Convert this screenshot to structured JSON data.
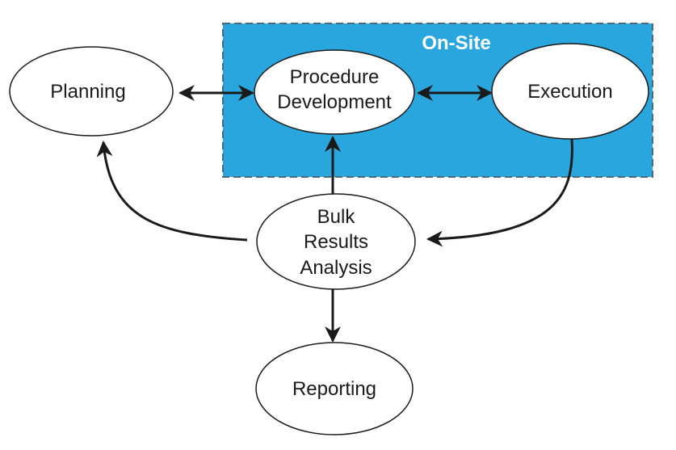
{
  "diagram": {
    "region": {
      "label": "On-Site",
      "fill": "#2aa6df",
      "border": "#4a6a7a"
    },
    "nodes": {
      "planning": {
        "label": "Planning"
      },
      "procedure_development": {
        "line1": "Procedure",
        "line2": "Development"
      },
      "execution": {
        "label": "Execution"
      },
      "bulk_results_analysis": {
        "line1": "Bulk",
        "line2": "Results",
        "line3": "Analysis"
      },
      "reporting": {
        "label": "Reporting"
      }
    },
    "edges": [
      {
        "from": "Planning",
        "to": "Procedure Development",
        "direction": "both"
      },
      {
        "from": "Procedure Development",
        "to": "Execution",
        "direction": "both"
      },
      {
        "from": "Execution",
        "to": "Bulk Results Analysis",
        "direction": "forward"
      },
      {
        "from": "Bulk Results Analysis",
        "to": "Procedure Development",
        "direction": "forward"
      },
      {
        "from": "Bulk Results Analysis",
        "to": "Planning",
        "direction": "forward"
      },
      {
        "from": "Bulk Results Analysis",
        "to": "Reporting",
        "direction": "forward"
      }
    ],
    "colors": {
      "stroke": "#1a1a1a",
      "node_fill": "#ffffff"
    }
  }
}
